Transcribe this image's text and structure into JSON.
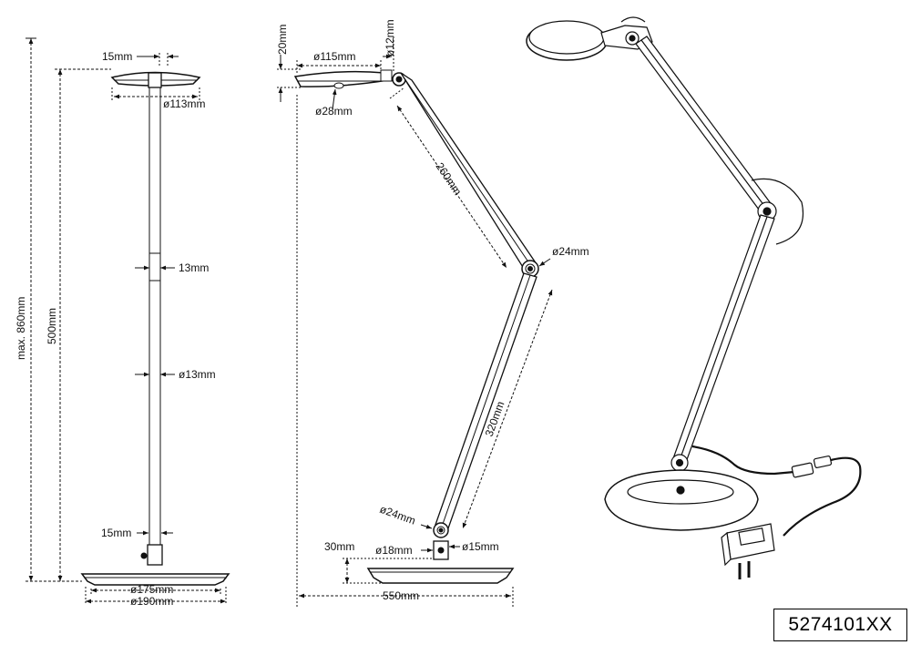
{
  "product_code": "5274101XX",
  "front_view": {
    "height_max": "max. 860mm",
    "height_arm": "500mm",
    "head_thickness": "15mm",
    "head_diameter": "ø113mm",
    "joint": "13mm",
    "tube_diameter": "ø13mm",
    "base_collar": "15mm",
    "base_top_diameter": "ø175mm",
    "base_diameter": "ø190mm"
  },
  "side_view": {
    "head_height": "20mm",
    "head_width": "ø115mm",
    "pivot_diameter": "ø12mm",
    "head_hub": "ø28mm",
    "upper_arm": "260mm",
    "elbow_joint": "ø24mm",
    "lower_arm": "320mm",
    "base_joint": "ø24mm",
    "base_height": "30mm",
    "base_hub": "ø18mm",
    "base_pivot": "ø15mm",
    "reach": "550mm"
  }
}
